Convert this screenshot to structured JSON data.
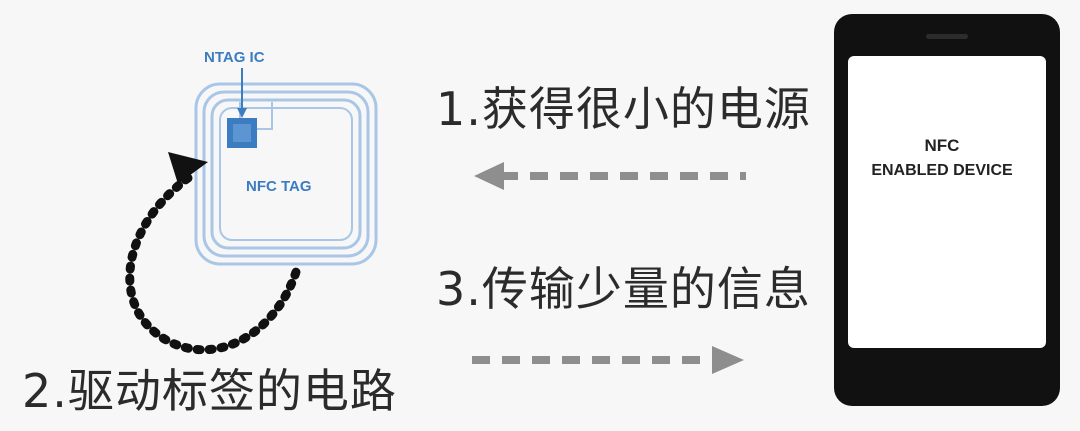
{
  "tag": {
    "ic_label": "NTAG IC",
    "tag_label": "NFC TAG"
  },
  "device": {
    "line1": "NFC",
    "line2": "ENABLED DEVICE"
  },
  "steps": {
    "step1": "1.获得很小的电源",
    "step2": "2.驱动标签的电路",
    "step3": "3.传输少量的信息"
  },
  "colors": {
    "tag_blue": "#3c7cc0",
    "coil_blue": "#a9c6e6",
    "arrow_gray": "#8e8e8e",
    "phone_black": "#111111",
    "dotted_black": "#111111"
  },
  "arrows": {
    "top": "device-to-tag",
    "bottom": "tag-to-device",
    "loop": "circular"
  }
}
